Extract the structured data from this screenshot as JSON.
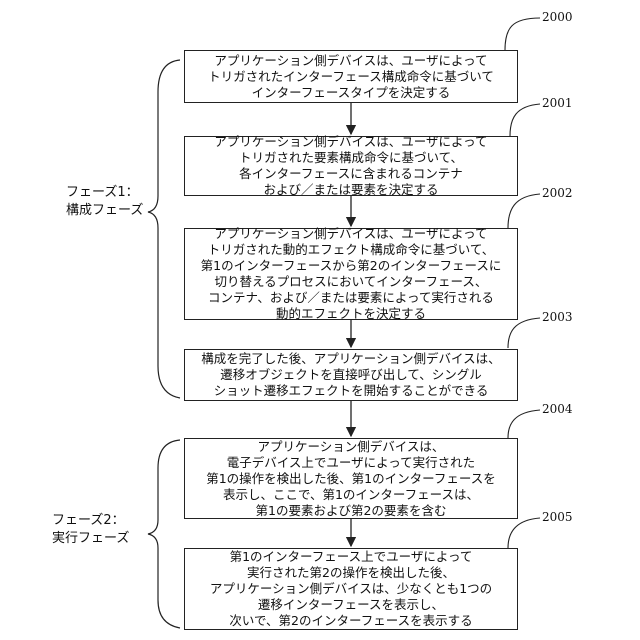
{
  "steps": [
    {
      "number": "2000",
      "text": "アプリケーション側デバイスは、ユーザによって\nトリガされたインターフェース構成命令に基づいて\nインターフェースタイプを決定する"
    },
    {
      "number": "2001",
      "text": "アプリケーション側デバイスは、ユーザによって\nトリガされた要素構成命令に基づいて、\n各インターフェースに含まれるコンテナ\nおよび／または要素を決定する"
    },
    {
      "number": "2002",
      "text": "アプリケーション側デバイスは、ユーザによって\nトリガされた動的エフェクト構成命令に基づいて、\n第1のインターフェースから第2のインターフェースに\n切り替えるプロセスにおいてインターフェース、\nコンテナ、および／または要素によって実行される\n動的エフェクトを決定する"
    },
    {
      "number": "2003",
      "text": "構成を完了した後、アプリケーション側デバイスは、\n遷移オブジェクトを直接呼び出して、シングル\nショット遷移エフェクトを開始することができる"
    },
    {
      "number": "2004",
      "text": "アプリケーション側デバイスは、\n電子デバイス上でユーザによって実行された\n第1の操作を検出した後、第1のインターフェースを\n表示し、ここで、第1のインターフェースは、\n第1の要素および第2の要素を含む"
    },
    {
      "number": "2005",
      "text": "第1のインターフェース上でユーザによって\n実行された第2の操作を検出した後、\nアプリケーション側デバイスは、少なくとも1つの\n遷移インターフェースを表示し、\n次いで、第2のインターフェースを表示する"
    }
  ],
  "phases": [
    {
      "label": "フェーズ1：\n構成フェーズ"
    },
    {
      "label": "フェーズ2：\n実行フェーズ"
    }
  ]
}
